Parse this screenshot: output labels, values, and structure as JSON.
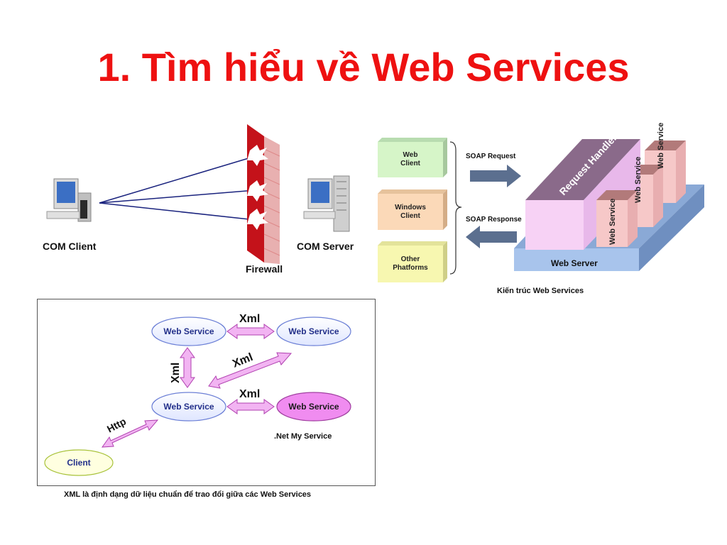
{
  "slide": {
    "title": "1. Tìm hiểu về Web Services"
  },
  "com_diagram": {
    "client_label": "COM Client",
    "firewall_label": "Firewall",
    "server_label": "COM Server"
  },
  "arch_diagram": {
    "clients": [
      "Web\nClient",
      "Windows\nClient",
      "Other\nPhatforms"
    ],
    "client_colors": [
      "#d6f5c8",
      "#fbd9b8",
      "#f7f7b0"
    ],
    "soap_request": "SOAP Request",
    "soap_response": "SOAP Response",
    "request_handler": "Request Handler",
    "web_service": "Web Service",
    "web_server": "Web Server",
    "caption": "Kiến trúc Web Services"
  },
  "xml_diagram": {
    "ws_top_left": "Web Service",
    "ws_top_right": "Web Service",
    "ws_mid": "Web Service",
    "ws_net": "Web Service",
    "net_label": ".Net My Service",
    "client": "Client",
    "xml_1": "Xml",
    "xml_2": "Xml",
    "xml_3": "Xml",
    "xml_4": "Xml",
    "http": "Http",
    "caption": "XML là định dạng dữ liệu chuẩn để trao đổi giữa các Web Services"
  }
}
